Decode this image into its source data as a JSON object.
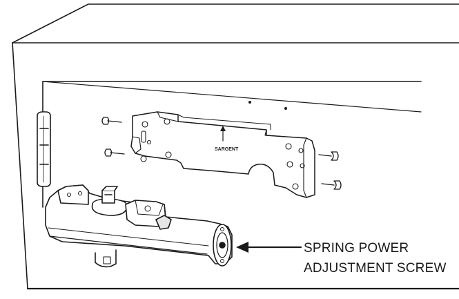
{
  "diagram": {
    "plate_brand": "SARGENT",
    "callout": {
      "line1": "SPRING POWER",
      "line2": "ADJUSTMENT SCREW"
    }
  },
  "colors": {
    "stroke": "#1a1a1a",
    "background": "#ffffff",
    "shade": "#e6e6e6"
  }
}
